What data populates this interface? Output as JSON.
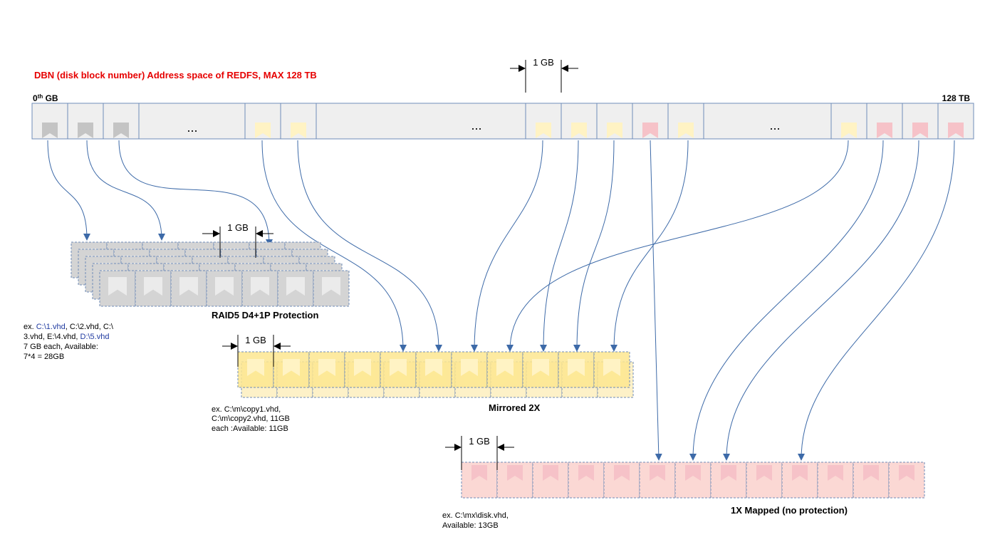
{
  "diagram": {
    "title": "DBN (disk block number) Address space of REDFS, MAX 128 TB",
    "start_label": "0",
    "start_sup": "th",
    "start_unit": " GB",
    "end_label": "128 TB",
    "top_block_size": "1 GB",
    "ellipsis": "...",
    "raid": {
      "block_size": "1 GB",
      "title": "RAID5 D4+1P Protection",
      "note": {
        "ex": "ex. ",
        "v1": "C:\\1.vhd",
        "sep1": ", C:\\2.vhd, C:\\",
        "line2a": "3.vhd, E:\\4.vhd, ",
        "v5": "D:\\5.vhd",
        "line3": "7 GB each, Available:",
        "line4": "7*4 = 28GB"
      }
    },
    "mirror": {
      "block_size": "1 GB",
      "title": "Mirrored 2X",
      "note": [
        "ex. C:\\m\\copy1.vhd,",
        "C:\\m\\copy2.vhd, 11GB",
        "each :Available: 11GB"
      ]
    },
    "mapped": {
      "block_size": "1 GB",
      "title": "1X Mapped (no protection)",
      "note": [
        "ex. C:\\mx\\disk.vhd,",
        "Available: 13GB"
      ]
    },
    "colors": {
      "gray_fill": "#d4d4d4",
      "gray_icon": "#c4c4c4",
      "yellow_fill": "#fde9a6",
      "yellow_icon": "#fff3c4",
      "pink_fill": "#fbd8d4",
      "pink_icon": "#f6c2c8",
      "arrow": "#3d6aa8",
      "border": "#6f8cb8",
      "title_red": "#e60000",
      "link_blue": "#1f3aa0"
    }
  }
}
